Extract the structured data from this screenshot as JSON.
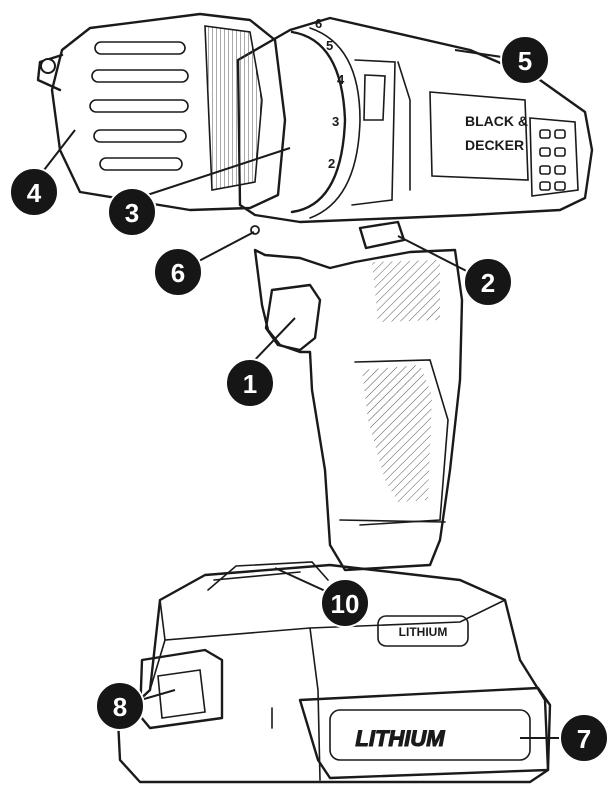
{
  "brand": {
    "line1": "BLACK &",
    "line2": "DECKER"
  },
  "battery": {
    "label_small": "LITHIUM",
    "label_large": "LITHIUM"
  },
  "clutch_numbers": [
    "2",
    "3",
    "4",
    "5",
    "6"
  ],
  "callouts": [
    {
      "id": "1",
      "label": "1"
    },
    {
      "id": "2",
      "label": "2"
    },
    {
      "id": "3",
      "label": "3"
    },
    {
      "id": "4",
      "label": "4"
    },
    {
      "id": "5",
      "label": "5"
    },
    {
      "id": "6",
      "label": "6"
    },
    {
      "id": "7",
      "label": "7"
    },
    {
      "id": "8",
      "label": "8"
    },
    {
      "id": "10",
      "label": "10"
    }
  ]
}
